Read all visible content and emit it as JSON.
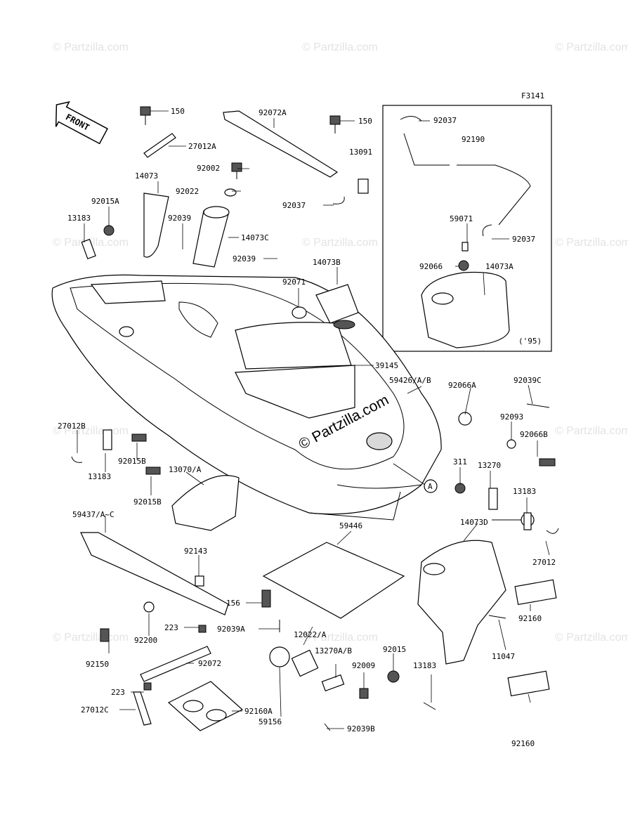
{
  "figure_code": "F3141",
  "front_arrow_label": "FRONT",
  "model_year_note": "('95)",
  "center_watermark": "© Partzilla.com",
  "watermark_text": "© Partzilla.com",
  "callout_a": "A",
  "parts": [
    "150",
    "27012A",
    "92072A",
    "150",
    "13091",
    "92037",
    "92190",
    "92002",
    "92022",
    "14073",
    "92015A",
    "13183",
    "92039",
    "14073C",
    "92039",
    "92037",
    "59071",
    "92037",
    "92066",
    "14073A",
    "14073B",
    "92071",
    "39145",
    "59426/A/B",
    "92066A",
    "92039C",
    "92093",
    "92066B",
    "27012B",
    "13183",
    "92015B",
    "13070/A",
    "92015B",
    "311",
    "13270",
    "13183",
    "59437/A~C",
    "59446",
    "14073D",
    "27012",
    "92143",
    "156",
    "92039A",
    "12022/A",
    "92160",
    "11047",
    "223",
    "92200",
    "92150",
    "92072",
    "13270A/B",
    "92015",
    "92009",
    "13183",
    "223",
    "27012C",
    "59156",
    "92160A",
    "92039B",
    "92160"
  ]
}
